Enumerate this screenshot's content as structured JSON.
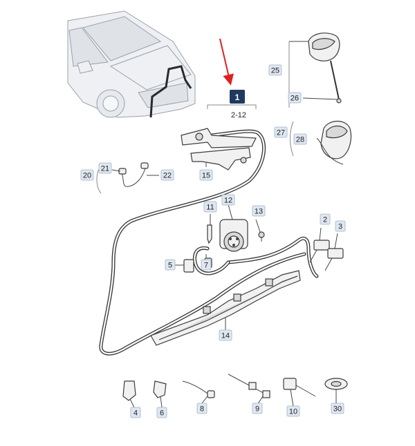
{
  "colors": {
    "tag_bg": "#dfe7f1",
    "tag_border": "#9fb2c9",
    "tag_text": "#1f2d3d",
    "main_tag_bg": "#1f3a5f",
    "main_tag_text": "#ffffff",
    "arrow": "#e02020"
  },
  "main_part": {
    "number": "1",
    "range": "2-12"
  },
  "callouts": [
    {
      "id": "25",
      "text": "25"
    },
    {
      "id": "26",
      "text": "26"
    },
    {
      "id": "27",
      "text": "27"
    },
    {
      "id": "28",
      "text": "28"
    },
    {
      "id": "20",
      "text": "20"
    },
    {
      "id": "21",
      "text": "21"
    },
    {
      "id": "22",
      "text": "22"
    },
    {
      "id": "15",
      "text": "15"
    },
    {
      "id": "11",
      "text": "11"
    },
    {
      "id": "12",
      "text": "12"
    },
    {
      "id": "13",
      "text": "13"
    },
    {
      "id": "2",
      "text": "2"
    },
    {
      "id": "3",
      "text": "3"
    },
    {
      "id": "5",
      "text": "5"
    },
    {
      "id": "7",
      "text": "7"
    },
    {
      "id": "14",
      "text": "14"
    },
    {
      "id": "4",
      "text": "4"
    },
    {
      "id": "6",
      "text": "6"
    },
    {
      "id": "8",
      "text": "8"
    },
    {
      "id": "9",
      "text": "9"
    },
    {
      "id": "10",
      "text": "10"
    },
    {
      "id": "30",
      "text": "30"
    }
  ]
}
